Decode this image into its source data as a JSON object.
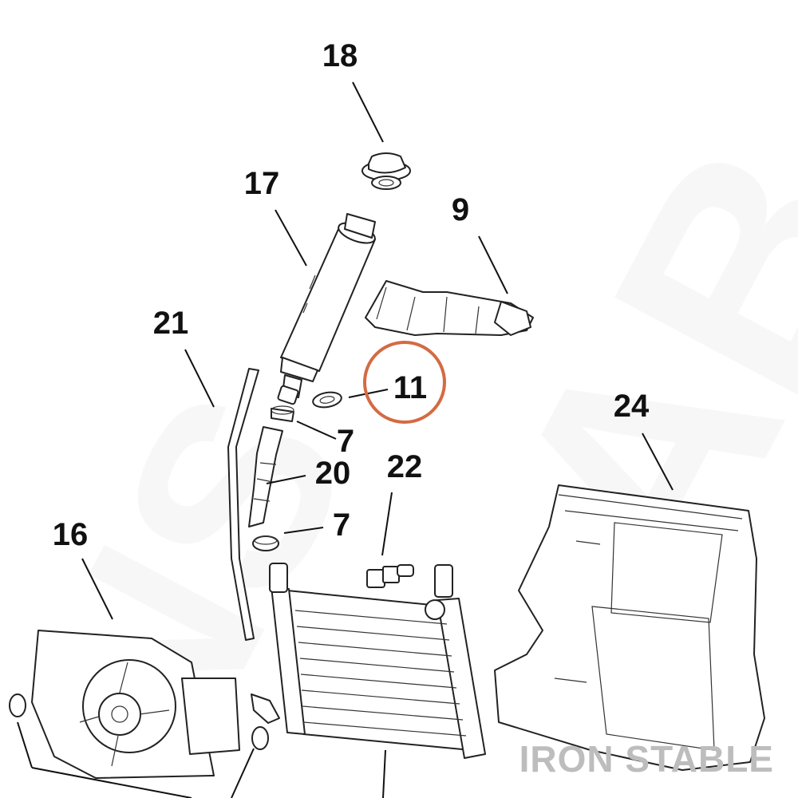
{
  "diagram": {
    "callouts": {
      "c18": "18",
      "c17": "17",
      "c9": "9",
      "c21": "21",
      "c11": "11",
      "c7a": "7",
      "c20": "20",
      "c22": "22",
      "c7b": "7",
      "c24": "24",
      "c16": "16"
    },
    "highlight_color": "#d46a43",
    "watermark_text": "IRON STABLE",
    "brand_text": "IRON STABLE"
  }
}
